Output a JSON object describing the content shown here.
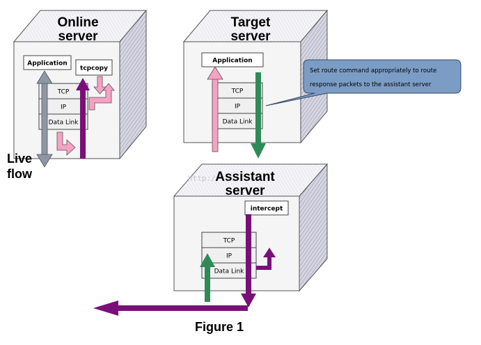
{
  "online_server": {
    "title_line1": "Online",
    "title_line2": "server",
    "application_label": "Application",
    "tcpcopy_label": "tcpcopy",
    "stack": [
      "TCP",
      "IP",
      "Data Link"
    ]
  },
  "live_flow": {
    "line1": "Live",
    "line2": "flow"
  },
  "target_server": {
    "title_line1": "Target",
    "title_line2": "server",
    "application_label": "Application",
    "stack": [
      "TCP",
      "IP",
      "Data Link"
    ]
  },
  "callout": {
    "line1": "Set route command appropriately to route",
    "line2": "response packets to the assistant server"
  },
  "assistant_server": {
    "title_line1": "Assistant",
    "title_line2": "server",
    "intercept_label": "intercept",
    "stack": [
      "TCP",
      "IP",
      "Data Link"
    ]
  },
  "caption": "Figure 1",
  "watermark": "http://",
  "colors": {
    "cube_face": "#f2f2f2",
    "cube_side": "#c9c9d6",
    "cube_hatch": "#8a8aa0",
    "pink": "#f7a1c4",
    "purple": "#7a0f7a",
    "green": "#2e8b57",
    "gray_arrow": "#8f96a6",
    "callout_fill": "#7b9cc4"
  }
}
